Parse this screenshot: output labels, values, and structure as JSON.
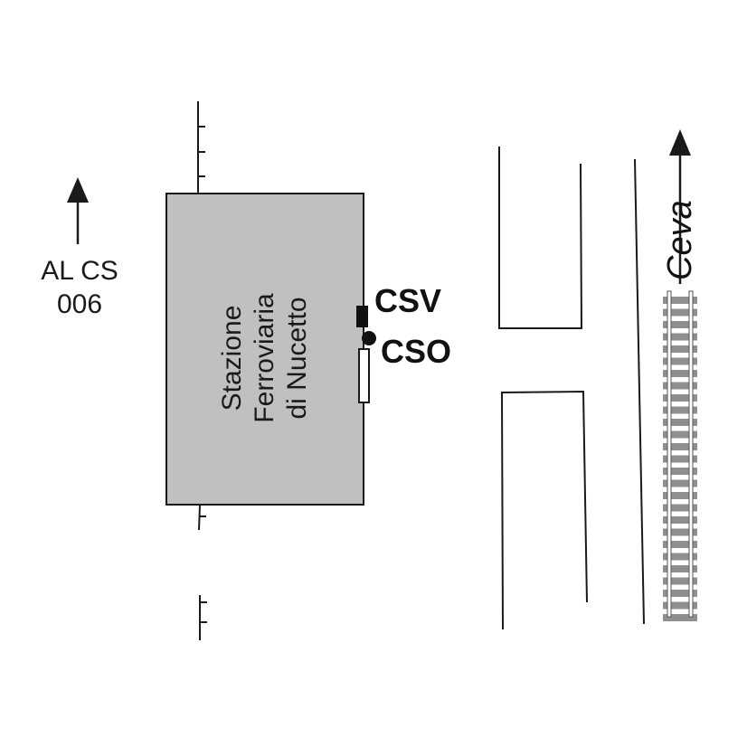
{
  "labels": {
    "direction_left_line1": "AL CS",
    "direction_left_line2": "006",
    "station_line1": "Stazione",
    "station_line2": "Ferroviaria",
    "station_line3": "di Nucetto",
    "csv": "CSV",
    "cso": "CSO",
    "ceva": "Ceva"
  },
  "colors": {
    "station_fill": "#c0c0c0",
    "stroke": "#1a1a1a",
    "rail_tie": "#8f8f8f"
  },
  "icons": {
    "north_arrow": "arrow-up-icon",
    "ceva_arrow": "arrow-up-icon",
    "railway": "railway-track-icon",
    "csv_marker": "black-rectangle",
    "cso_marker": "black-dot"
  }
}
